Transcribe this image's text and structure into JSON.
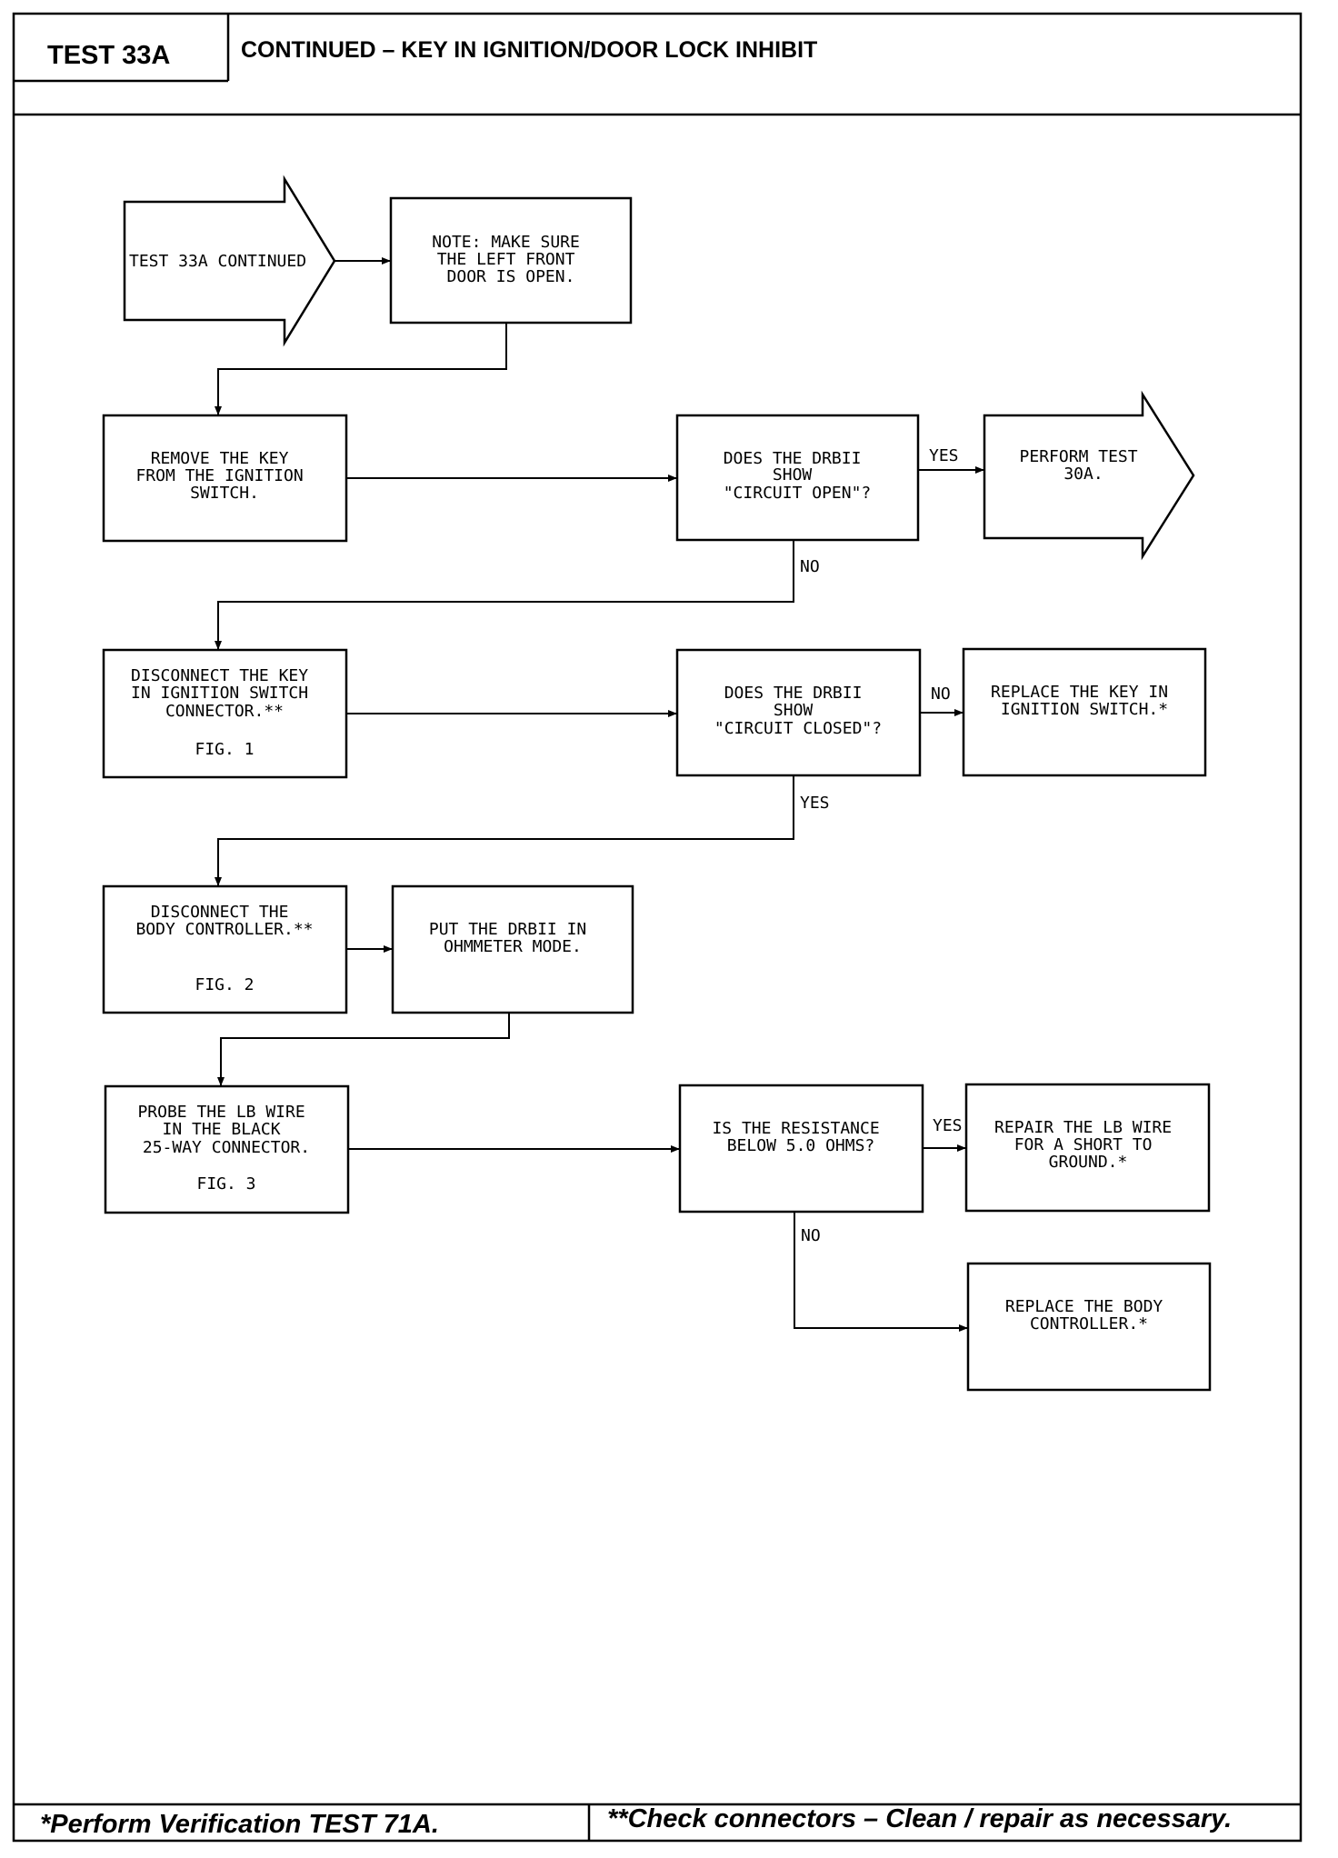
{
  "header": {
    "test_label": "TEST 33A",
    "title": "CONTINUED – KEY IN IGNITION/DOOR LOCK INHIBIT"
  },
  "flowchart": {
    "start_arrow": "TEST 33A CONTINUED",
    "note_box": [
      "NOTE: MAKE SURE",
      "THE LEFT FRONT",
      "DOOR IS OPEN."
    ],
    "remove_key": [
      "REMOVE THE KEY",
      "FROM THE IGNITION",
      "SWITCH."
    ],
    "q_circuit_open": [
      "DOES THE DRBII",
      "SHOW",
      "\"CIRCUIT OPEN\"?"
    ],
    "perform_30a": [
      "PERFORM TEST",
      "30A."
    ],
    "disconnect_key": [
      "DISCONNECT THE KEY",
      "IN IGNITION SWITCH",
      "CONNECTOR.**"
    ],
    "fig1": "FIG. 1",
    "q_circuit_closed": [
      "DOES THE DRBII",
      "SHOW",
      "\"CIRCUIT CLOSED\"?"
    ],
    "replace_key_switch": [
      "REPLACE THE KEY IN",
      "IGNITION SWITCH.*"
    ],
    "disconnect_body": [
      "DISCONNECT THE",
      "BODY CONTROLLER.**"
    ],
    "fig2": "FIG. 2",
    "ohmmeter": [
      "PUT THE DRBII IN",
      "OHMMETER MODE."
    ],
    "probe_lb": [
      "PROBE THE LB WIRE",
      "IN THE BLACK",
      "25-WAY CONNECTOR."
    ],
    "fig3": "FIG. 3",
    "q_resistance": [
      "IS THE RESISTANCE",
      "BELOW 5.0 OHMS?"
    ],
    "repair_lb": [
      "REPAIR THE LB WIRE",
      "FOR A SHORT TO",
      "GROUND.*"
    ],
    "replace_body": [
      "REPLACE THE BODY",
      "CONTROLLER.*"
    ],
    "labels": {
      "yes1": "YES",
      "no1": "NO",
      "no2": "NO",
      "yes2": "YES",
      "yes3": "YES",
      "no3": "NO"
    }
  },
  "footer": {
    "left": "*Perform Verification TEST 71A.",
    "right": "**Check connectors – Clean / repair as necessary."
  }
}
